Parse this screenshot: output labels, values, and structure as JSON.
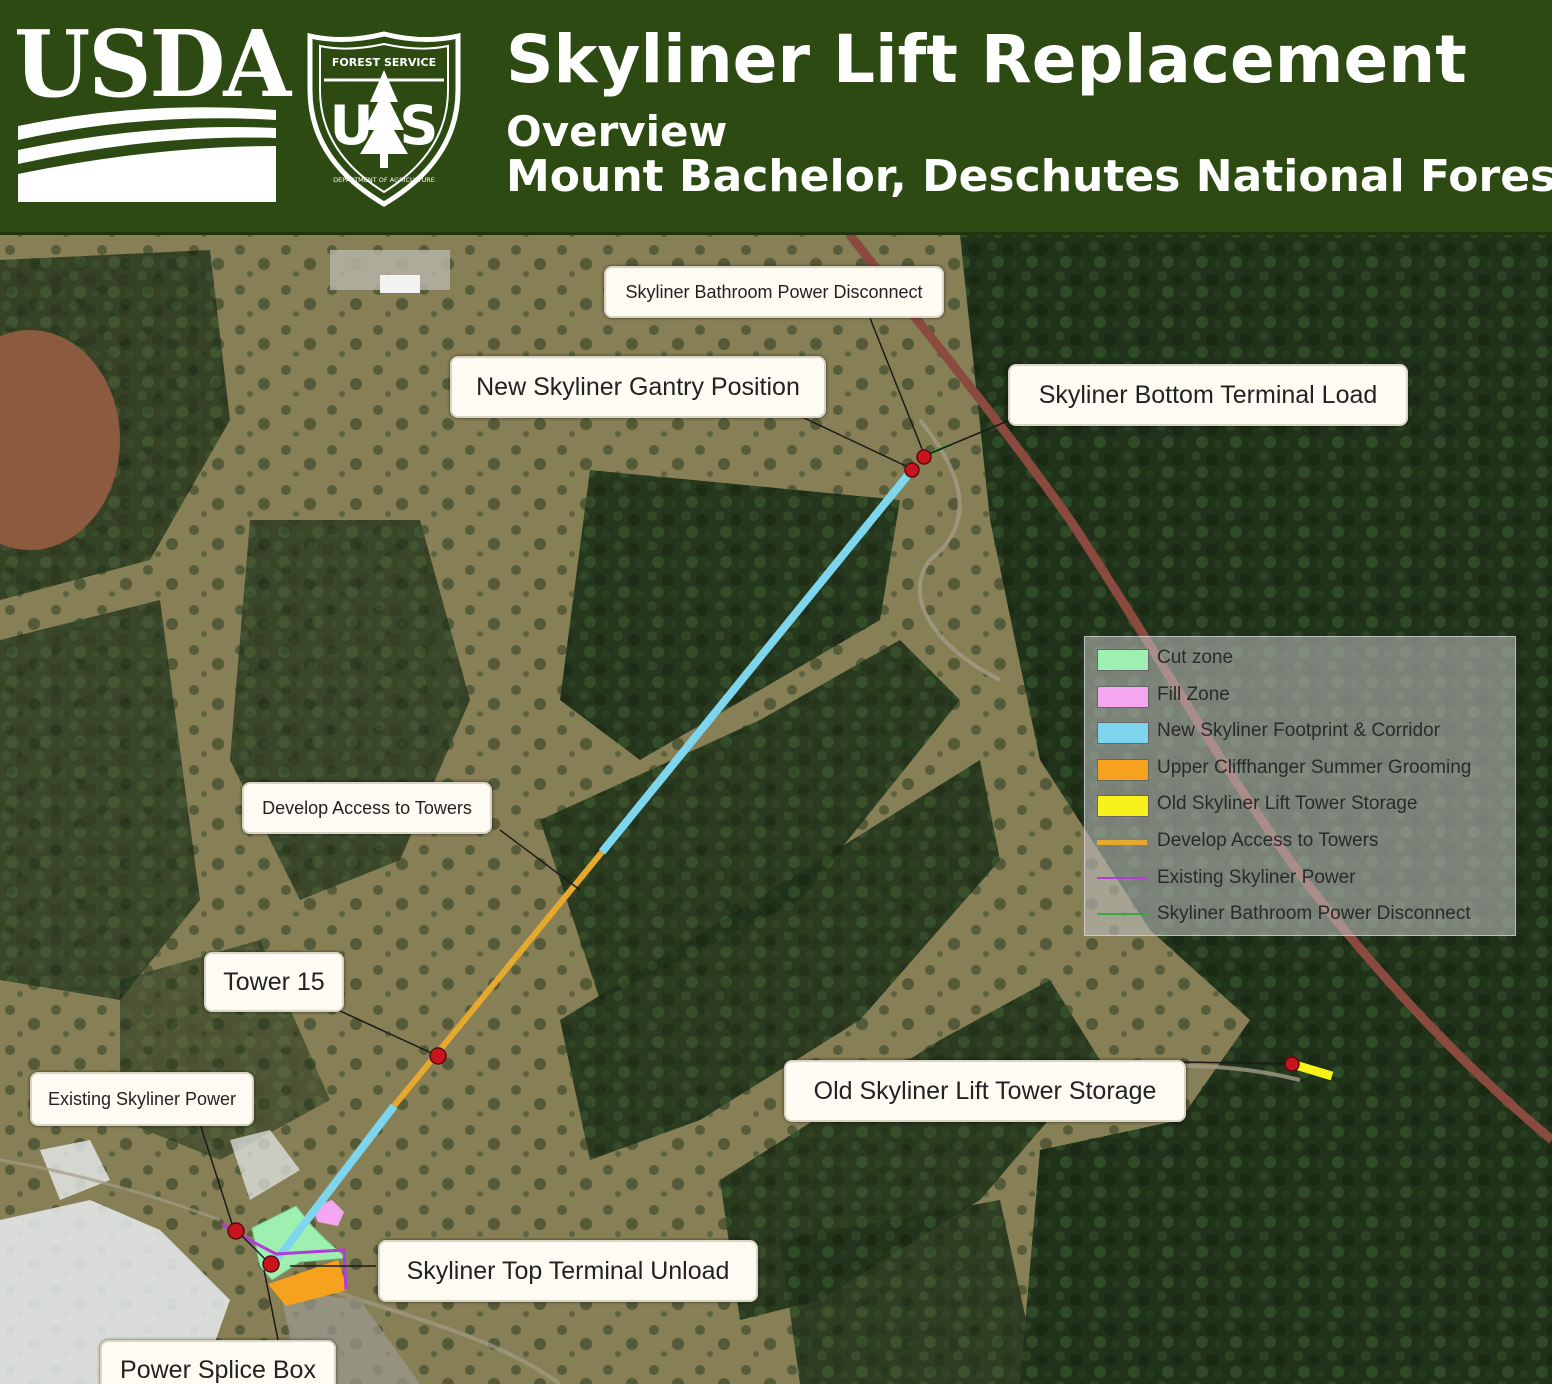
{
  "header": {
    "agency_logo_text": "USDA",
    "shield_text_top": "FOREST SERVICE",
    "shield_text_letters": "US",
    "shield_text_bottom": "DEPARTMENT OF AGRICULTURE",
    "title": "Skyliner Lift Replacement",
    "subtitle_1": "Overview",
    "subtitle_2": "Mount Bachelor, Deschutes National Forest"
  },
  "callouts": {
    "bathroom_power_disconnect": "Skyliner Bathroom Power Disconnect",
    "gantry_position": "New Skyliner Gantry Position",
    "bottom_terminal": "Skyliner Bottom Terminal Load",
    "develop_access": "Develop Access to Towers",
    "tower_15": "Tower 15",
    "existing_power": "Existing Skyliner Power",
    "tower_storage": "Old Skyliner Lift Tower Storage",
    "top_terminal": "Skyliner Top Terminal Unload",
    "power_splice": "Power Splice Box"
  },
  "legend": [
    {
      "label": "Cut zone",
      "color": "#9df0b0",
      "kind": "fill"
    },
    {
      "label": "Fill Zone",
      "color": "#f4a6f0",
      "kind": "fill"
    },
    {
      "label": "New Skyliner Footprint & Corridor",
      "color": "#7ed6ee",
      "kind": "fill"
    },
    {
      "label": "Upper Cliffhanger Summer Grooming",
      "color": "#f7a21e",
      "kind": "fill"
    },
    {
      "label": "Old Skyliner Lift Tower Storage",
      "color": "#f8f11c",
      "kind": "fill"
    },
    {
      "label": "Develop Access to Towers",
      "color": "#e7a82e",
      "kind": "thick-line"
    },
    {
      "label": "Existing Skyliner Power",
      "color": "#b23cd6",
      "kind": "line"
    },
    {
      "label": "Skyliner Bathroom Power Disconnect",
      "color": "#3ca83c",
      "kind": "line"
    }
  ],
  "colors": {
    "header_bg": "#2c4a12",
    "marker": "#c8141e",
    "corridor": "#7ed6ee",
    "access": "#e7a82e",
    "grooming": "#f7a21e",
    "storage": "#f8f11c",
    "cut": "#9df0b0",
    "fill": "#f4a6f0",
    "power": "#b23cd6",
    "disconnect": "#3ca83c"
  }
}
